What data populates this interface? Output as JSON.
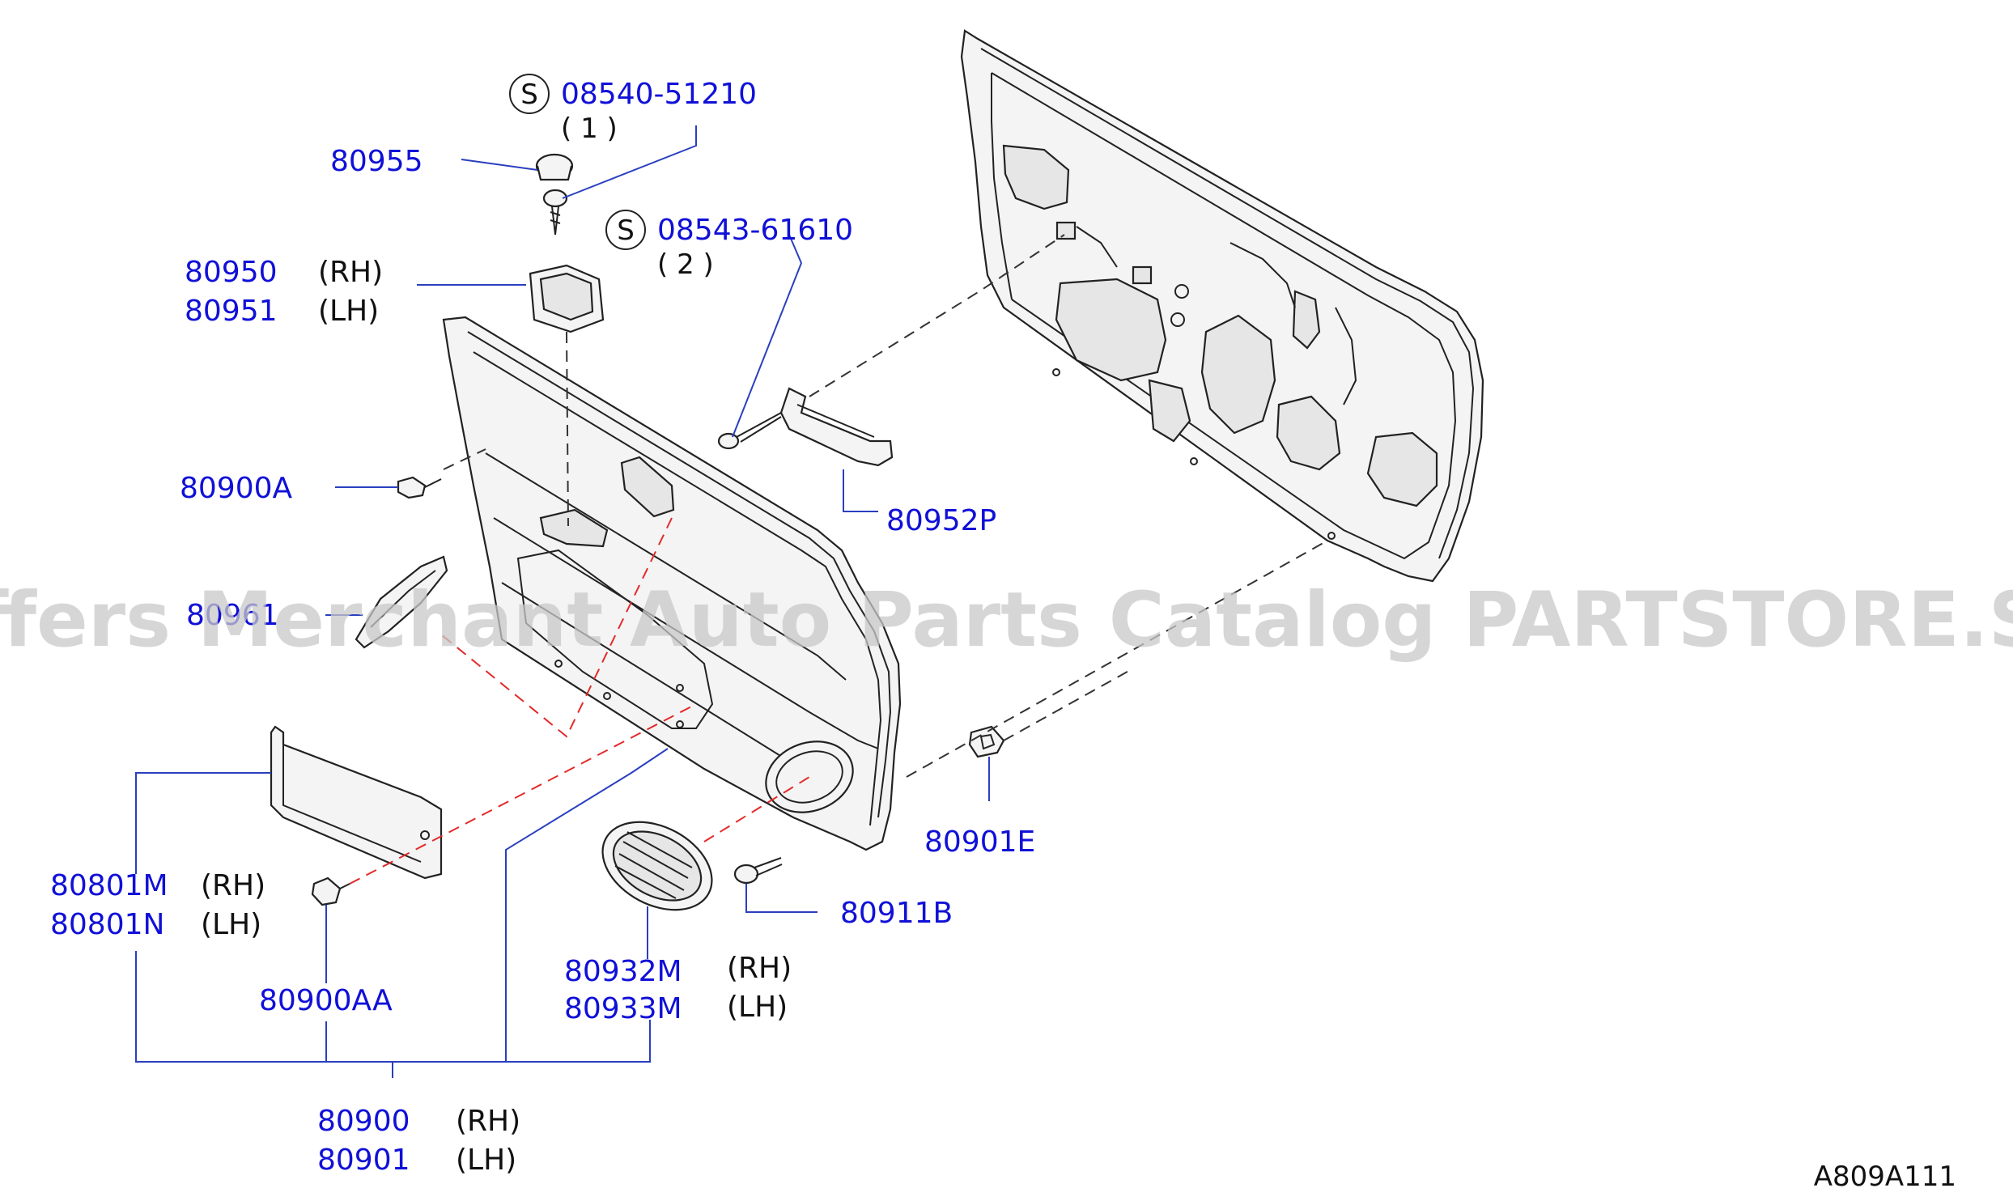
{
  "diagram_code": "A809A111",
  "watermark": "Offers Merchant Auto Parts Catalog PARTSTORE.SA",
  "screws": [
    {
      "symbol": "S",
      "part_no": "08540-51210",
      "qty": "( 1 )"
    },
    {
      "symbol": "S",
      "part_no": "08543-61610",
      "qty": "( 2 )"
    }
  ],
  "parts": {
    "p80955": "80955",
    "p80950": "80950",
    "p80951": "80951",
    "p80900A": "80900A",
    "p80961": "80961",
    "p80952P": "80952P",
    "p80901E": "80901E",
    "p80911B": "80911B",
    "p80801M": "80801M",
    "p80801N": "80801N",
    "p80900AA": "80900AA",
    "p80932M": "80932M",
    "p80933M": "80933M",
    "p80900": "80900",
    "p80901": "80901"
  },
  "sides": {
    "rh": "(RH)",
    "lh": "(LH)"
  }
}
